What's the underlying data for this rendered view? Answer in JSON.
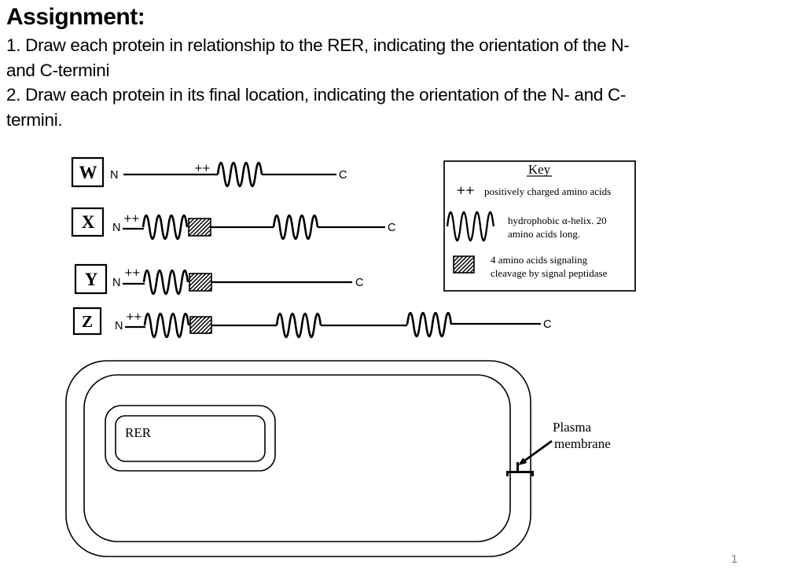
{
  "header": {
    "title": "Assignment:",
    "lines": [
      "1. Draw each protein in relationship to the RER, indicating the orientation of the N-",
      "and C-termini",
      "2. Draw each protein in its final location, indicating the orientation of the N- and C-",
      "termini."
    ]
  },
  "proteins": [
    {
      "label": "W",
      "n_label": "N",
      "c_label": "C",
      "plus_label": "++",
      "structure": [
        "N-terminus",
        "line",
        "positive-charges",
        "hydrophobic-helix",
        "line",
        "C-terminus"
      ]
    },
    {
      "label": "X",
      "n_label": "N",
      "c_label": "C",
      "plus_label": "++",
      "structure": [
        "N-terminus",
        "positive-charges",
        "hydrophobic-helix",
        "cleavage-site",
        "line",
        "hydrophobic-helix",
        "line",
        "C-terminus"
      ]
    },
    {
      "label": "Y",
      "n_label": "N",
      "c_label": "C",
      "plus_label": "++",
      "structure": [
        "N-terminus",
        "positive-charges",
        "hydrophobic-helix",
        "cleavage-site",
        "line",
        "C-terminus"
      ]
    },
    {
      "label": "Z",
      "n_label": "N",
      "c_label": "C",
      "plus_label": "++",
      "structure": [
        "N-terminus",
        "positive-charges",
        "hydrophobic-helix",
        "cleavage-site",
        "line",
        "hydrophobic-helix",
        "line",
        "hydrophobic-helix",
        "line",
        "C-terminus"
      ]
    }
  ],
  "key": {
    "title": "Key",
    "entries": [
      {
        "symbol": "++",
        "label": "positively charged amino acids"
      },
      {
        "symbol": "hydrophobic-helix",
        "label_line1": "hydrophobic α-helix.  20",
        "label_line2": "amino acids long."
      },
      {
        "symbol": "hatched-cleavage-box",
        "label_line1": "4 amino acids signaling",
        "label_line2": "cleavage by signal peptidase"
      }
    ]
  },
  "cell": {
    "rer_label": "RER",
    "plasma_label_line1": "Plasma",
    "plasma_label_line2": "membrane"
  },
  "page_number": "1",
  "colors": {
    "ink": "#000000",
    "background": "#ffffff",
    "page_number": "#7f7f7f"
  }
}
